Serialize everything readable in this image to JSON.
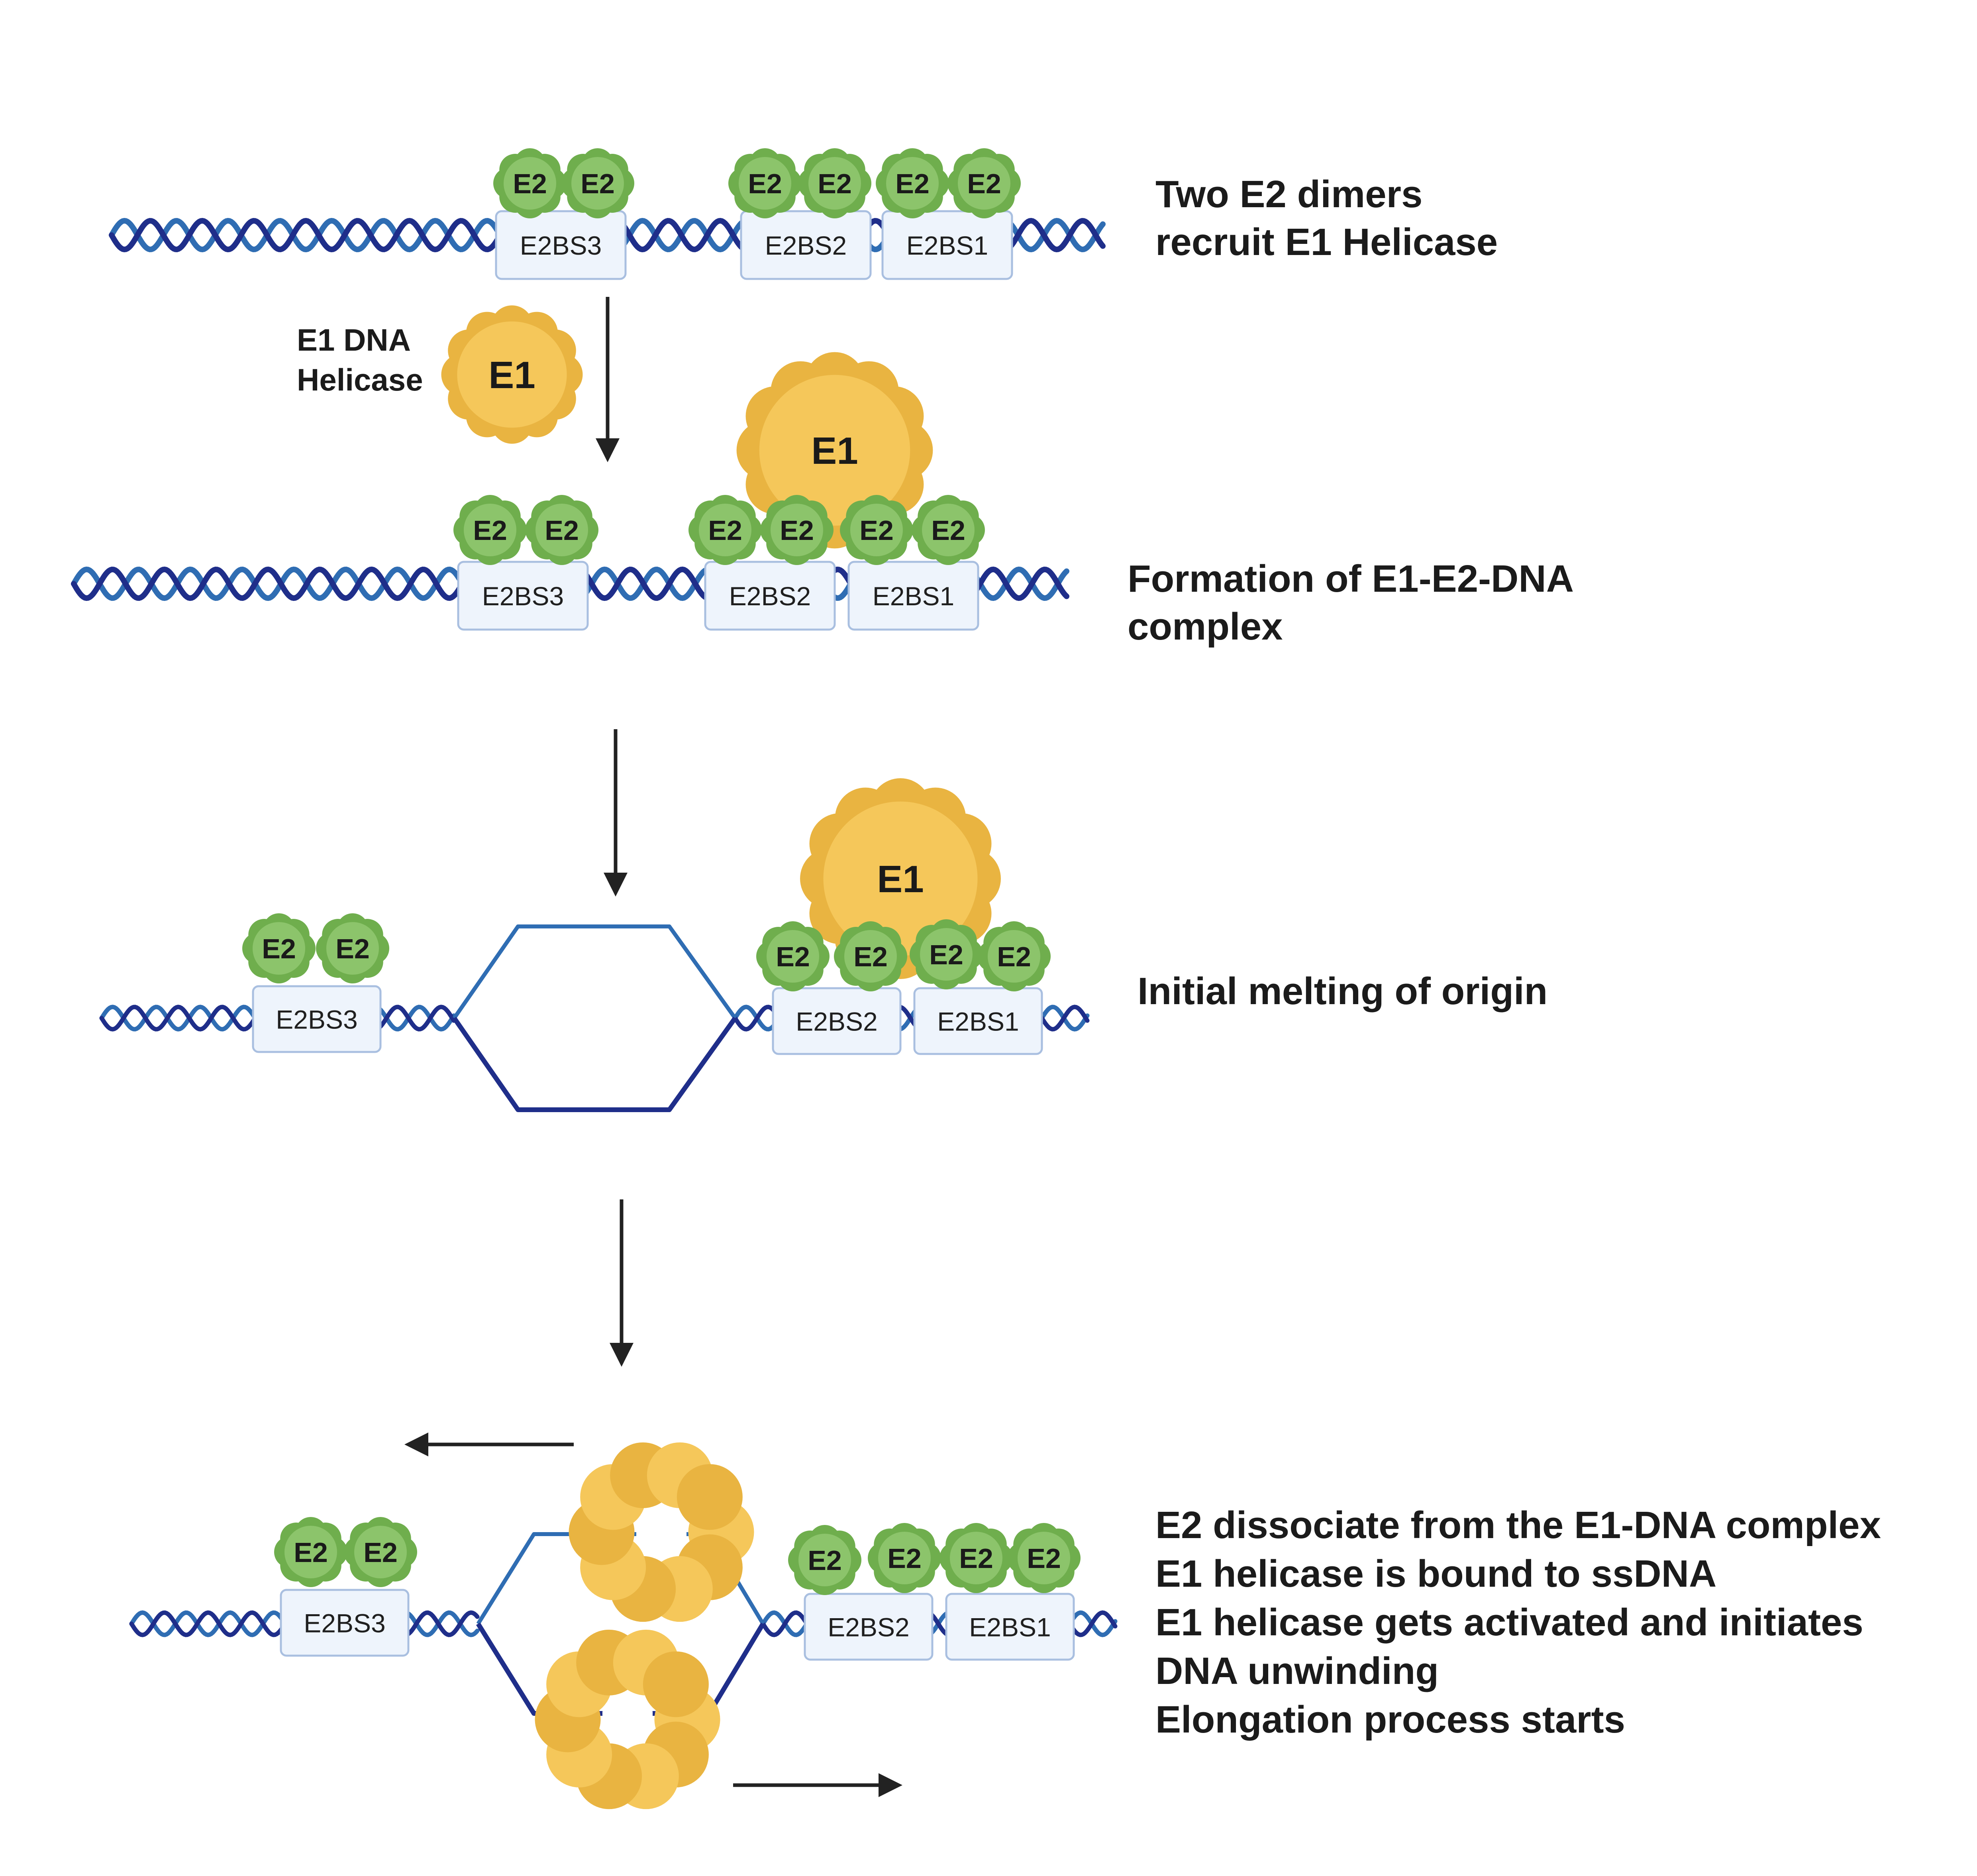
{
  "colors": {
    "dna_strand_dark": "#1f2e8a",
    "dna_strand_light": "#2f6db3",
    "e2_protein": "#8cc46b",
    "e2_protein_edge": "#6fae4d",
    "e1_protein": "#f5c75a",
    "e1_protein_edge": "#e9b441",
    "binding_box_fill": "#eef4fc",
    "binding_box_stroke": "#a9bfe0",
    "arrow": "#222222"
  },
  "labels": {
    "e2": "E2",
    "e1": "E1",
    "e2bs1": "E2BS1",
    "e2bs2": "E2BS2",
    "e2bs3": "E2BS3",
    "e1_free_line1": "E1 DNA",
    "e1_free_line2": "Helicase"
  },
  "steps": [
    {
      "description_lines": [
        "Two E2 dimers",
        "recruit E1 Helicase"
      ]
    },
    {
      "description_lines": [
        "Formation of E1-E2-DNA",
        "complex"
      ]
    },
    {
      "description_lines": [
        "Initial melting of origin"
      ]
    },
    {
      "description_lines": [
        "E2 dissociate from the E1-DNA complex",
        "E1 helicase is bound to ssDNA",
        "E1 helicase gets activated and initiates",
        "DNA unwinding",
        "Elongation process starts"
      ]
    }
  ]
}
